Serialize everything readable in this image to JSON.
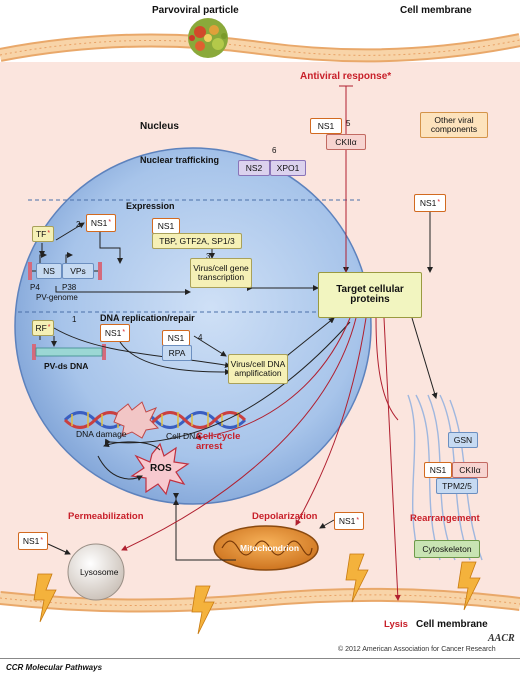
{
  "labels": {
    "parvoviral_particle": "Parvoviral particle",
    "cell_membrane_top": "Cell membrane",
    "antiviral_response": "Antiviral response*",
    "nucleus": "Nucleus",
    "nuclear_trafficking": "Nuclear trafficking",
    "expression": "Expression",
    "dna_replication": "DNA replication/repair",
    "pv_genome": "PV-genome",
    "p4": "P4",
    "p38": "P38",
    "pv_ds_dna": "PV-ds DNA",
    "cell_dna": "Cell DNA",
    "dna_damage": "DNA damage",
    "cell_cycle_arrest": "Cell-cycle arrest",
    "ros": "ROS",
    "permeabilization": "Permeabilization",
    "depolarization": "Depolarization",
    "rearrangement": "Rearrangement",
    "lysis": "Lysis",
    "cell_membrane_bottom": "Cell membrane",
    "copyright": "© 2012 American Association for Cancer Research",
    "footer_title": "CCR Molecular Pathways",
    "logo": "AACR"
  },
  "numbers": {
    "n1": "1",
    "n2": "2",
    "n3": "3",
    "n4": "4",
    "n5": "5",
    "n6": "6"
  },
  "boxes": {
    "ns1": "NS1",
    "ns2": "NS2",
    "xpo1": "XPO1",
    "ck2a": "CKIIα",
    "other_viral": "Other viral components",
    "tf": "TF",
    "tbp": "TBP, GTF2A, SP1/3",
    "ns": "NS",
    "vps": "VPs",
    "transcription": "Virus/cell gene transcription",
    "target": "Target cellular proteins",
    "rf": "RF",
    "rpa": "RPA",
    "amplification": "Virus/cell DNA amplification",
    "gsn": "GSN",
    "tpm": "TPM2/5",
    "cytoskeleton": "Cytoskeleton",
    "lysosome": "Lysosome",
    "mitochondrion": "Mitochondrion"
  },
  "colors": {
    "background": "#fbe5de",
    "membrane": "#f6c896",
    "nucleus": "#a9c6ec",
    "accent_red": "#c8202a",
    "target_box": "#f2f5c0"
  }
}
